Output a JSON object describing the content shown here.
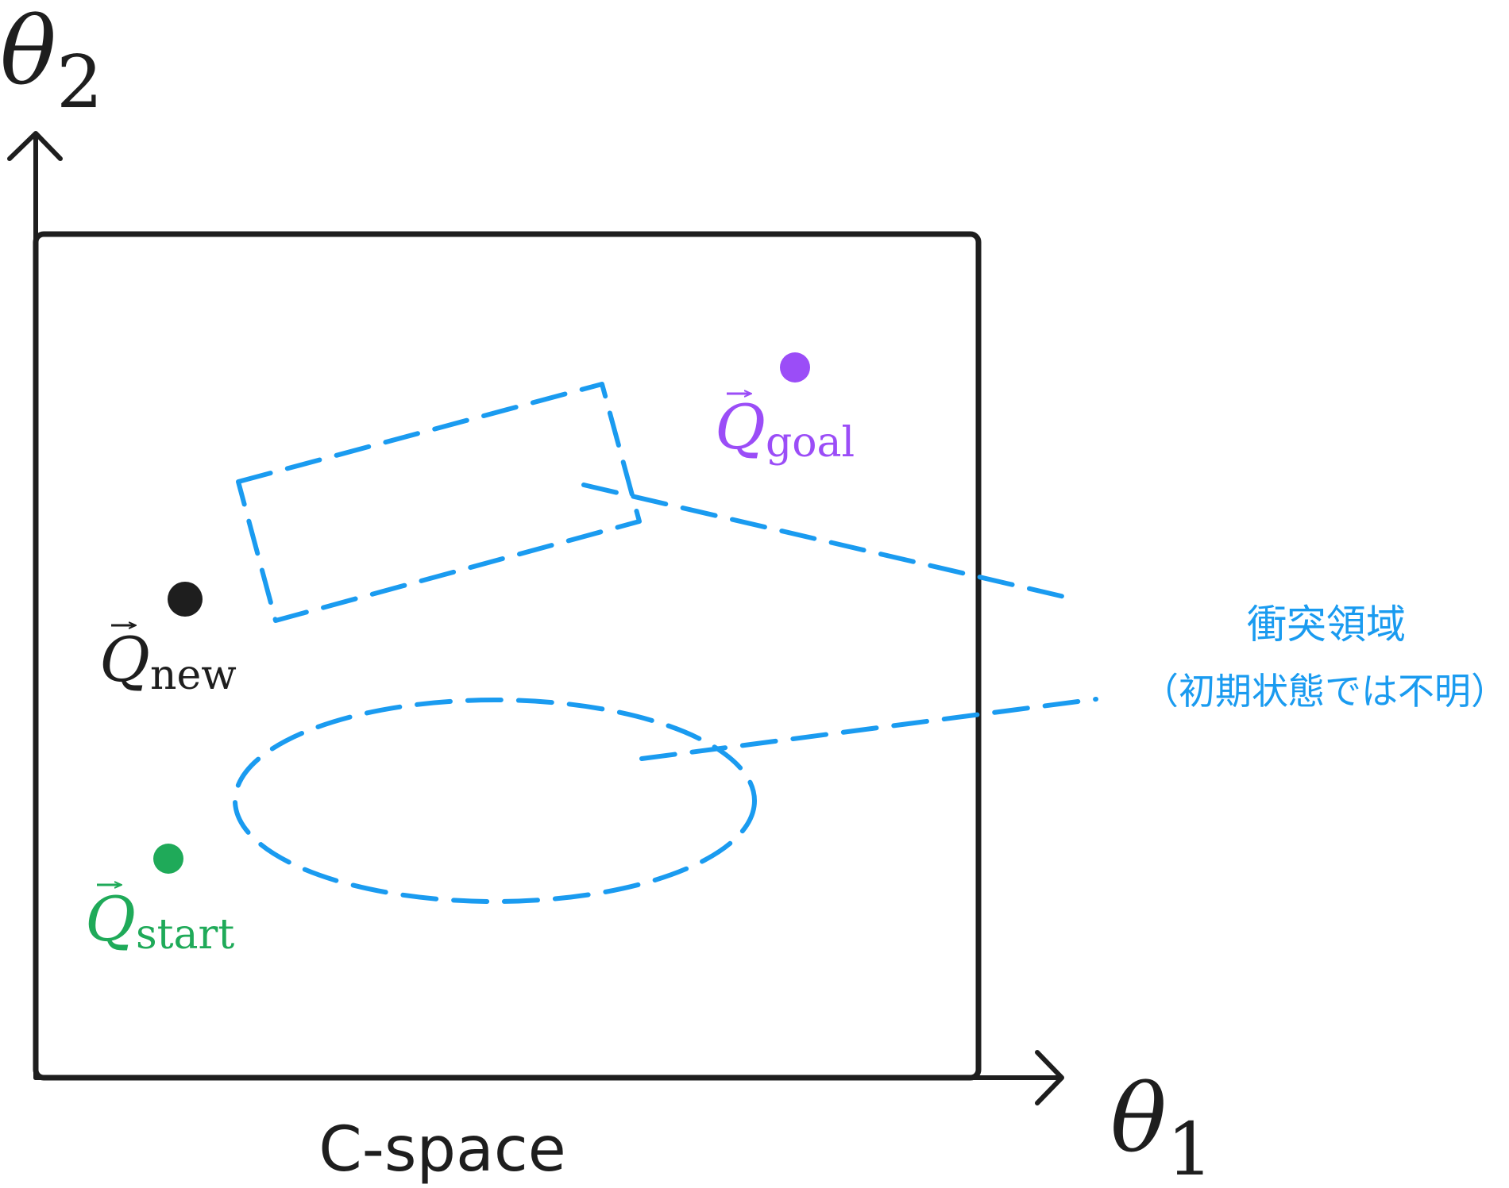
{
  "axes": {
    "x_label": "θ",
    "x_subscript": "1",
    "y_label": "θ",
    "y_subscript": "2"
  },
  "caption": "C-space",
  "points": {
    "goal": {
      "symbol": "Q",
      "subscript": "goal",
      "color": "#9B4DF7"
    },
    "new": {
      "symbol": "Q",
      "subscript": "new",
      "color": "#1E1E1E"
    },
    "start": {
      "symbol": "Q",
      "subscript": "start",
      "color": "#1FAA59"
    }
  },
  "collision_region": {
    "line1": "衝突領域",
    "line2": "（初期状態では不明）",
    "color": "#1A9BF0"
  },
  "colors": {
    "frame": "#1E1E1E"
  }
}
